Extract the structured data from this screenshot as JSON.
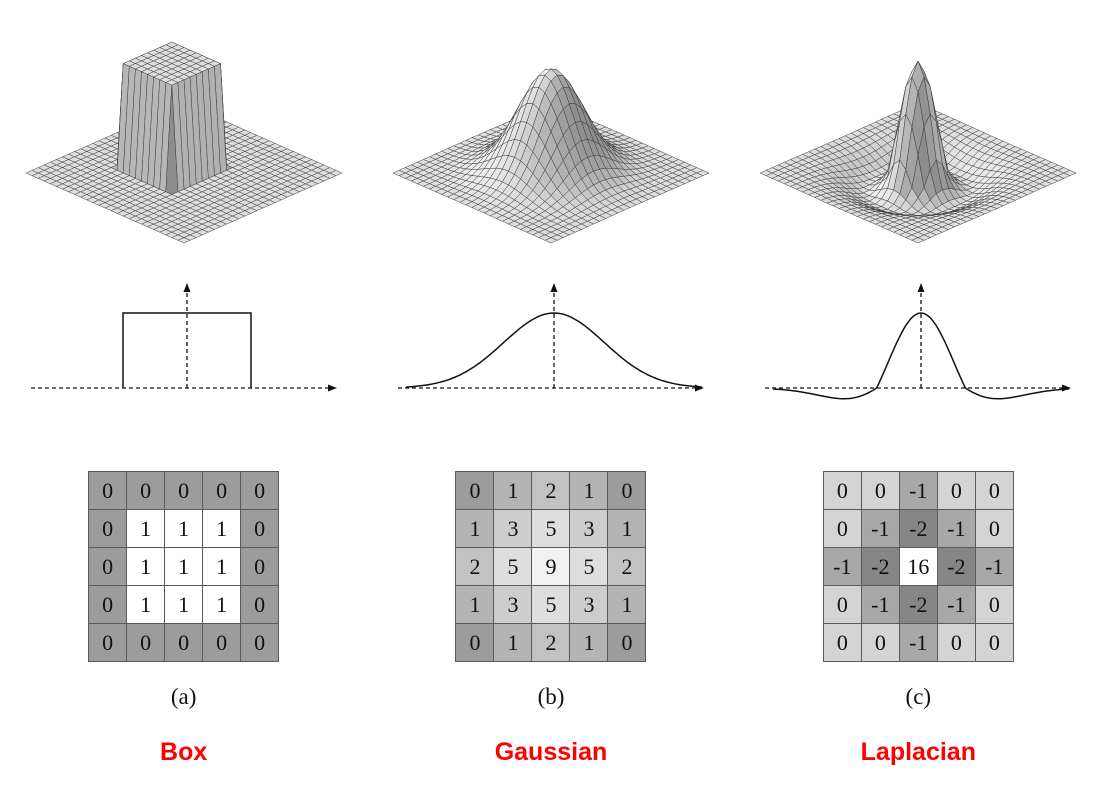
{
  "figure": {
    "label_color": "#ff0000",
    "mesh_line_color": "#3c3c3c",
    "curve_color": "#111111",
    "grid_border_color": "#5a5a5a",
    "columns": [
      {
        "id": "box",
        "caption": "(a)",
        "label": "Box",
        "surface_type": "box",
        "profile_type": "box",
        "kernel": {
          "values": [
            [
              "0",
              "0",
              "0",
              "0",
              "0"
            ],
            [
              "0",
              "1",
              "1",
              "1",
              "0"
            ],
            [
              "0",
              "1",
              "1",
              "1",
              "0"
            ],
            [
              "0",
              "1",
              "1",
              "1",
              "0"
            ],
            [
              "0",
              "0",
              "0",
              "0",
              "0"
            ]
          ],
          "colors": {
            "0": "#9c9c9c",
            "1": "#ffffff"
          }
        }
      },
      {
        "id": "gaussian",
        "caption": "(b)",
        "label": "Gaussian",
        "surface_type": "gaussian",
        "profile_type": "gaussian",
        "kernel": {
          "values": [
            [
              "0",
              "1",
              "2",
              "1",
              "0"
            ],
            [
              "1",
              "3",
              "5",
              "3",
              "1"
            ],
            [
              "2",
              "5",
              "9",
              "5",
              "2"
            ],
            [
              "1",
              "3",
              "5",
              "3",
              "1"
            ],
            [
              "0",
              "1",
              "2",
              "1",
              "0"
            ]
          ],
          "colors": {
            "0": "#9c9c9c",
            "1": "#b4b4b4",
            "2": "#c2c2c2",
            "3": "#cdcdcd",
            "5": "#dedede",
            "9": "#f1f1f1"
          }
        }
      },
      {
        "id": "laplacian",
        "caption": "(c)",
        "label": "Laplacian",
        "surface_type": "mexican-hat",
        "profile_type": "mexican-hat",
        "kernel": {
          "values": [
            [
              "0",
              "0",
              "-1",
              "0",
              "0"
            ],
            [
              "0",
              "-1",
              "-2",
              "-1",
              "0"
            ],
            [
              "-1",
              "-2",
              "16",
              "-2",
              "-1"
            ],
            [
              "0",
              "-1",
              "-2",
              "-1",
              "0"
            ],
            [
              "0",
              "0",
              "-1",
              "0",
              "0"
            ]
          ],
          "colors": {
            "0": "#d4d4d4",
            "-1": "#a8a8a8",
            "-2": "#868686",
            "16": "#ffffff"
          }
        }
      }
    ]
  }
}
